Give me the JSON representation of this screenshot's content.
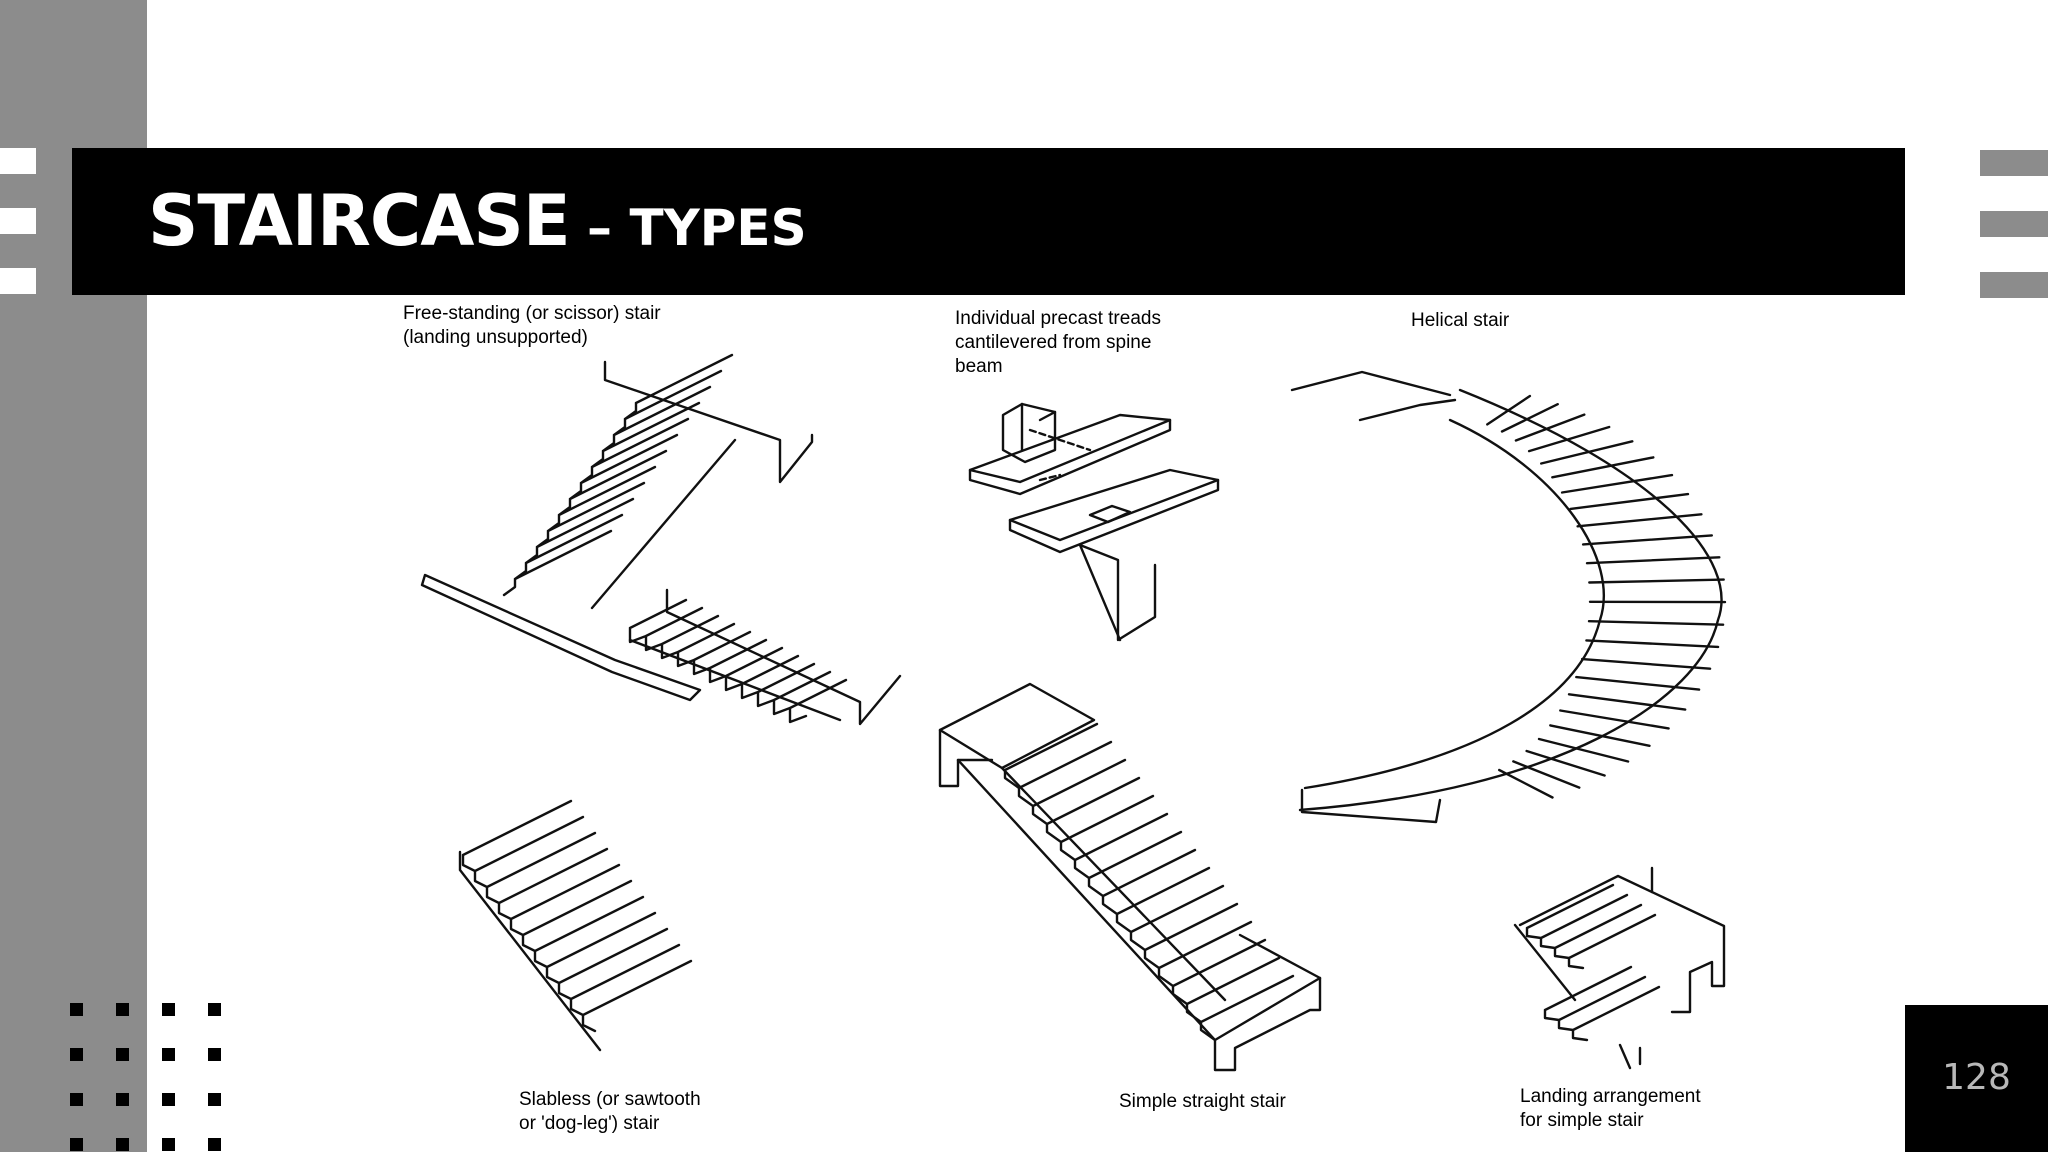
{
  "slide": {
    "title_main": "STAIRCASE",
    "title_dash": " – ",
    "title_sub": "TYPES",
    "page_number": "128"
  },
  "figure": {
    "captions": {
      "scissor": "Free-standing (or scissor) stair\n(landing unsupported)",
      "precast": "Individual precast treads\ncantilevered from spine\nbeam",
      "helical": "Helical stair",
      "slabless": "Slabless (or sawtooth\nor 'dog-leg') stair",
      "straight": "Simple straight stair",
      "landing": "Landing arrangement\nfor simple stair"
    }
  },
  "colors": {
    "side_strip": "#8c8c8c",
    "title_band": "#000000",
    "title_text": "#ffffff",
    "page_box": "#000000",
    "page_number": "#b8b8b8"
  }
}
